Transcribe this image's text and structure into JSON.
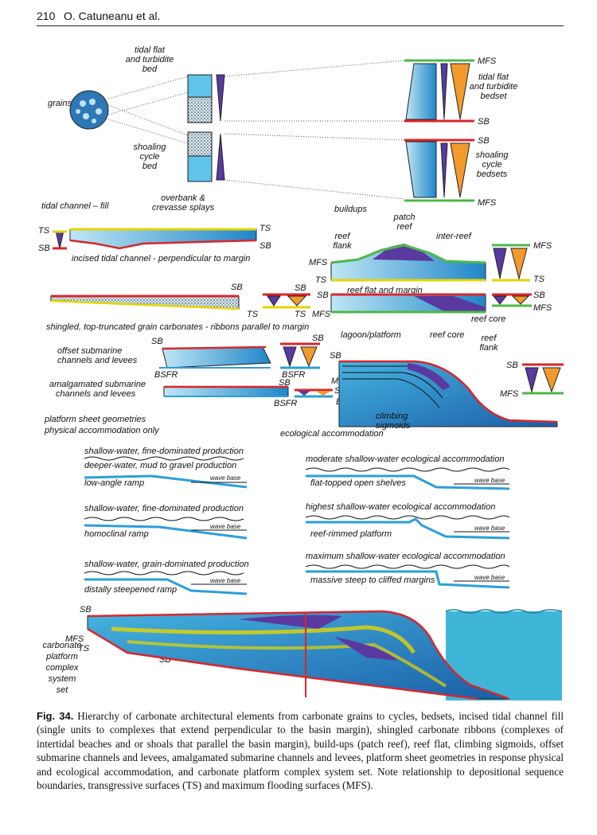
{
  "header": {
    "page_number": "210",
    "author": "O. Catuneanu et al."
  },
  "figure": {
    "grains": "grains",
    "bed_top": [
      "tidal flat",
      "and turbidite",
      "bed"
    ],
    "bed_bottom": [
      "shoaling",
      "cycle",
      "bed"
    ],
    "bedset_top": [
      "tidal flat",
      "and turbidite",
      "bedset"
    ],
    "bedset_bottom": [
      "shoaling",
      "cycle",
      "bedsets"
    ],
    "mfs": "MFS",
    "sb": "SB",
    "ts": "TS",
    "bsfr": "BSFR",
    "tidal_channel_fill": "tidal channel – fill",
    "overbank": [
      "overbank &",
      "crevasse splays"
    ],
    "incised": "incised tidal channel - perpendicular to margin",
    "shingled": "shingled, top-truncated grain carbonates - ribbons parallel to margin",
    "buildups": "buildups",
    "patch_reef": [
      "patch",
      "reef"
    ],
    "reef_flank": [
      "reef",
      "flank"
    ],
    "inter_reef": "inter-reef",
    "reef_flat_margin": "reef flat and margin",
    "reef_core": "reef core",
    "lagoon": "lagoon/platform",
    "offset_channels": [
      "offset submarine",
      "channels and levees"
    ],
    "amalg_channels": [
      "amalgamated submarine",
      "channels and levees"
    ],
    "climbing": [
      "climbing",
      "sigmoids"
    ],
    "platform_sheet": [
      "platform sheet geometries",
      "physical  accommodation only"
    ],
    "ecological": "ecological accommodation",
    "ramp1": [
      "shallow-water, fine-dominated production",
      "deeper-water, mud to gravel production",
      "low-angle ramp"
    ],
    "ramp2": [
      "shallow-water, fine-dominated production",
      "homoclinal ramp"
    ],
    "ramp3": [
      "shallow-water, grain-dominated production",
      "distally steepened ramp"
    ],
    "eco1": [
      "moderate shallow-water ecological  accommodation",
      "flat-topped open shelves"
    ],
    "eco2": [
      "highest shallow-water ecological  accommodation",
      "reef-rimmed platform"
    ],
    "eco3": [
      "maximum shallow-water ecological  accommodation",
      "massive steep to cliffed margins"
    ],
    "wave_base": "wave base",
    "system_set": [
      "carbonate",
      "platform",
      "complex",
      "system",
      "set"
    ],
    "colors": {
      "sb": "#d9262c",
      "mfs": "#4db848",
      "ts": "#e6d400",
      "blue": "#2b9fd9",
      "purple": "#5a3aa0",
      "orange": "#f29a2e"
    }
  },
  "caption": {
    "label": "Fig. 34.",
    "text": " Hierarchy of carbonate architectural elements from carbonate grains to cycles, bedsets, incised tidal channel fill (single units to complexes that extend perpendicular to the basin margin), shingled carbonate ribbons (complexes of intertidal beaches and or shoals that parallel the basin margin), build-ups (patch reef), reef flat, climbing sigmoids, offset submarine channels and levees, amalgamated submarine channels and levees, platform sheet geometries in response physical and ecological accommodation, and carbonate platform complex system set. Note relationship to depositional sequence boundaries, transgressive surfaces (TS) and maximum flooding surfaces (MFS)."
  }
}
